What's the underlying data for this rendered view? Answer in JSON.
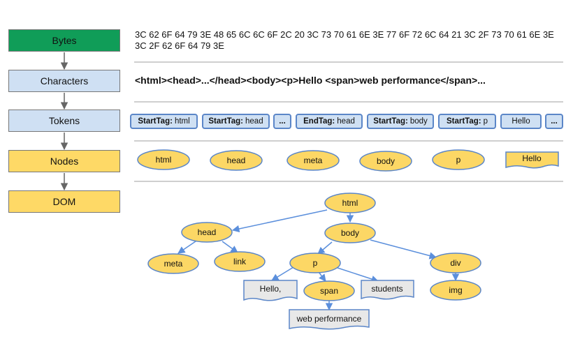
{
  "colors": {
    "green": "#109d58",
    "blue_fill": "#cfe0f3",
    "yellow": "#fed966",
    "node_fill": "#fcd765",
    "node_stroke": "#5b86c8",
    "arrow": "#5b8fdc"
  },
  "stages": [
    {
      "label": "Bytes"
    },
    {
      "label": "Characters"
    },
    {
      "label": "Tokens"
    },
    {
      "label": "Nodes"
    },
    {
      "label": "DOM"
    }
  ],
  "bytes_text": "3C 62 6F 64 79 3E 48 65 6C 6C 6F 2C 20 3C 73 70 61 6E 3E 77 6F 72 6C 64 21 3C 2F 73 70 61 6E 3E 3C 2F 62 6F 64 79 3E",
  "characters_text": "<html><head>...</head><body><p>Hello <span>web performance</span>...",
  "tokens": [
    {
      "kind": "StartTag:",
      "value": "html"
    },
    {
      "kind": "StartTag:",
      "value": "head"
    },
    {
      "kind": "",
      "value": "..."
    },
    {
      "kind": "EndTag:",
      "value": "head"
    },
    {
      "kind": "StartTag:",
      "value": "body"
    },
    {
      "kind": "StartTag:",
      "value": "p"
    },
    {
      "kind": "",
      "value": "Hello"
    },
    {
      "kind": "",
      "value": "..."
    }
  ],
  "nodes": [
    "html",
    "head",
    "meta",
    "body",
    "p",
    "Hello"
  ],
  "dom": {
    "html": "html",
    "head": "head",
    "body": "body",
    "meta": "meta",
    "link": "link",
    "p": "p",
    "div": "div",
    "hello": "Hello,",
    "span": "span",
    "students": "students",
    "img": "img",
    "web": "web performance"
  }
}
